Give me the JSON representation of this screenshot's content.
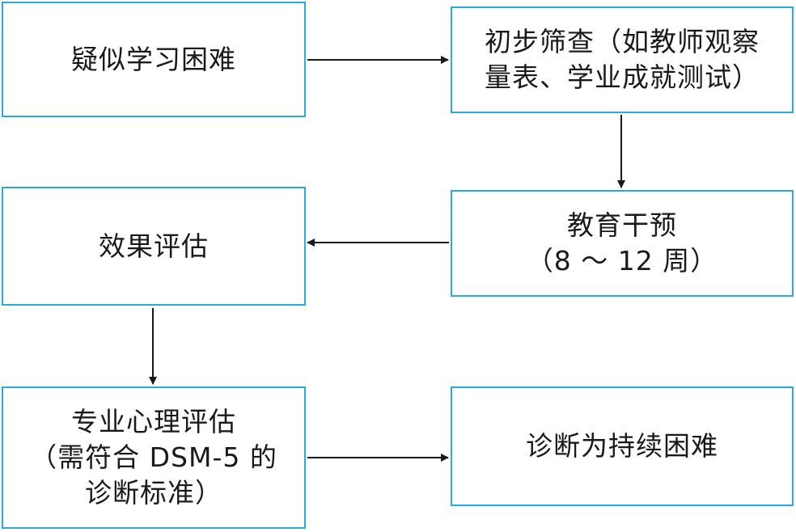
{
  "diagram": {
    "colors": {
      "box_border": "#29abe2",
      "arrow": "#1a1a1a",
      "text": "#1a1a1a"
    },
    "nodes": {
      "suspected": {
        "lines": [
          "疑似学习困难"
        ]
      },
      "screening": {
        "lines": [
          "初步筛查（如教师观察",
          "量表、学业成就测试）"
        ]
      },
      "intervention": {
        "lines": [
          "教育干预",
          "（8 ～ 12 周）"
        ]
      },
      "effect": {
        "lines": [
          "效果评估"
        ]
      },
      "psych": {
        "lines": [
          "专业心理评估",
          "（需符合 DSM-5 的",
          "诊断标准）"
        ]
      },
      "diagnosis": {
        "lines": [
          "诊断为持续困难"
        ]
      }
    },
    "edges": [
      {
        "from": "suspected",
        "to": "screening"
      },
      {
        "from": "screening",
        "to": "intervention"
      },
      {
        "from": "intervention",
        "to": "effect"
      },
      {
        "from": "effect",
        "to": "psych"
      },
      {
        "from": "psych",
        "to": "diagnosis"
      }
    ]
  }
}
